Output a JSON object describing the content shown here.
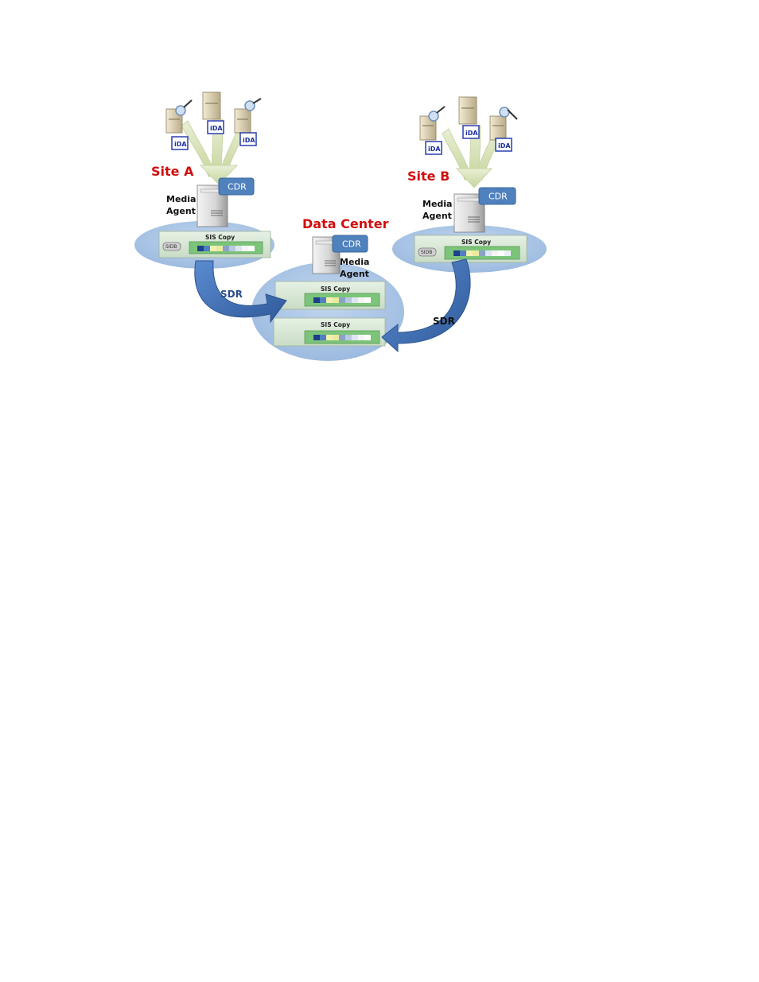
{
  "sites": {
    "site_a": {
      "title": "Site A",
      "media_agent_label_1": "Media",
      "media_agent_label_2": "Agent",
      "cdr": "CDR",
      "sis_copy": "SIS Copy",
      "disk_label": "SIDB"
    },
    "site_b": {
      "title": "Site B",
      "media_agent_label_1": "Media",
      "media_agent_label_2": "Agent",
      "cdr": "CDR",
      "sis_copy": "SIS Copy",
      "disk_label": "SIDB"
    },
    "data_center": {
      "title": "Data Center",
      "media_agent_label_1": "Media",
      "media_agent_label_2": "Agent",
      "cdr": "CDR",
      "sis_copy_1": "SIS Copy",
      "sis_copy_2": "SIS Copy"
    }
  },
  "client_badge": "iDA",
  "flows": {
    "left": "SDR",
    "right": "SDR"
  },
  "colors": {
    "site_title": "#d01010",
    "ellipse": "#a9c4e4",
    "cdr_box": "#4f81bd",
    "sis_panel": "#d9ead6",
    "sis_bar": "#7cc47a",
    "arrow": "#3f6fb4",
    "funnel": "#d7e3b8"
  },
  "icons": [
    "server-icon",
    "magnifier-icon",
    "ida-badge-icon",
    "disk-icon",
    "curved-arrow-icon"
  ]
}
